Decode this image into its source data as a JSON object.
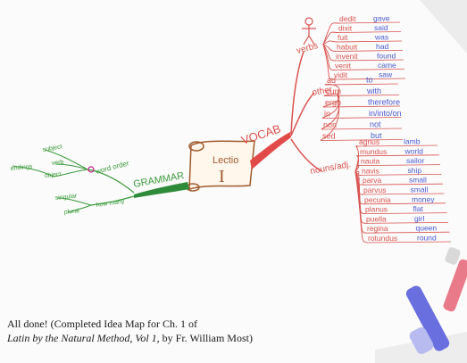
{
  "image": {
    "description_colors": {
      "paper": "#fbfbfb",
      "red_ink": "#d9534f",
      "green_ink": "#3a9a3a",
      "brown_ink": "#a05a2c",
      "blue_ink": "#4a5bd0",
      "purple_ink": "#8a2be2"
    }
  },
  "scroll": {
    "line1": "Lectio",
    "line2": "I"
  },
  "branches": {
    "vocab": "VOCAB",
    "grammar": "GRAMMAR"
  },
  "vocab": {
    "verbs_label": "verbs",
    "other_label": "other",
    "nouns_label": "nouns/adj.",
    "verbs": [
      {
        "latin": "dedit",
        "english": "gave"
      },
      {
        "latin": "dixit",
        "english": "said"
      },
      {
        "latin": "fuit",
        "english": "was"
      },
      {
        "latin": "habuit",
        "english": "had"
      },
      {
        "latin": "invenit",
        "english": "found"
      },
      {
        "latin": "venit",
        "english": "came"
      },
      {
        "latin": "vidit",
        "english": "saw"
      }
    ],
    "other": [
      {
        "latin": "ad",
        "english": "to"
      },
      {
        "latin": "cum",
        "english": "with"
      },
      {
        "latin": "ergo",
        "english": "therefore"
      },
      {
        "latin": "in",
        "english": "in/into/on"
      },
      {
        "latin": "non",
        "english": "not"
      },
      {
        "latin": "sed",
        "english": "but"
      }
    ],
    "nouns": [
      {
        "latin": "agnus",
        "english": "lamb"
      },
      {
        "latin": "mundus",
        "english": "world"
      },
      {
        "latin": "nauta",
        "english": "sailor"
      },
      {
        "latin": "navis",
        "english": "ship"
      },
      {
        "latin": "parva",
        "english": "small"
      },
      {
        "latin": "parvus",
        "english": "small"
      },
      {
        "latin": "pecunia",
        "english": "money"
      },
      {
        "latin": "planus",
        "english": "flat"
      },
      {
        "latin": "puella",
        "english": "girl"
      },
      {
        "latin": "regina",
        "english": "queen"
      },
      {
        "latin": "rotundus",
        "english": "round"
      }
    ]
  },
  "grammar": {
    "wordorder_label": "word order",
    "howmany_label": "how many",
    "subject": "subject",
    "verb": "verb",
    "object": "object",
    "endings": "endings",
    "singular": "singular",
    "plural": "plural"
  },
  "caption": {
    "line1": "All done! (Completed Idea Map for Ch. 1 of",
    "title": "Latin by the Natural Method, Vol 1",
    "line2_rest": ", by Fr. William Most)"
  }
}
